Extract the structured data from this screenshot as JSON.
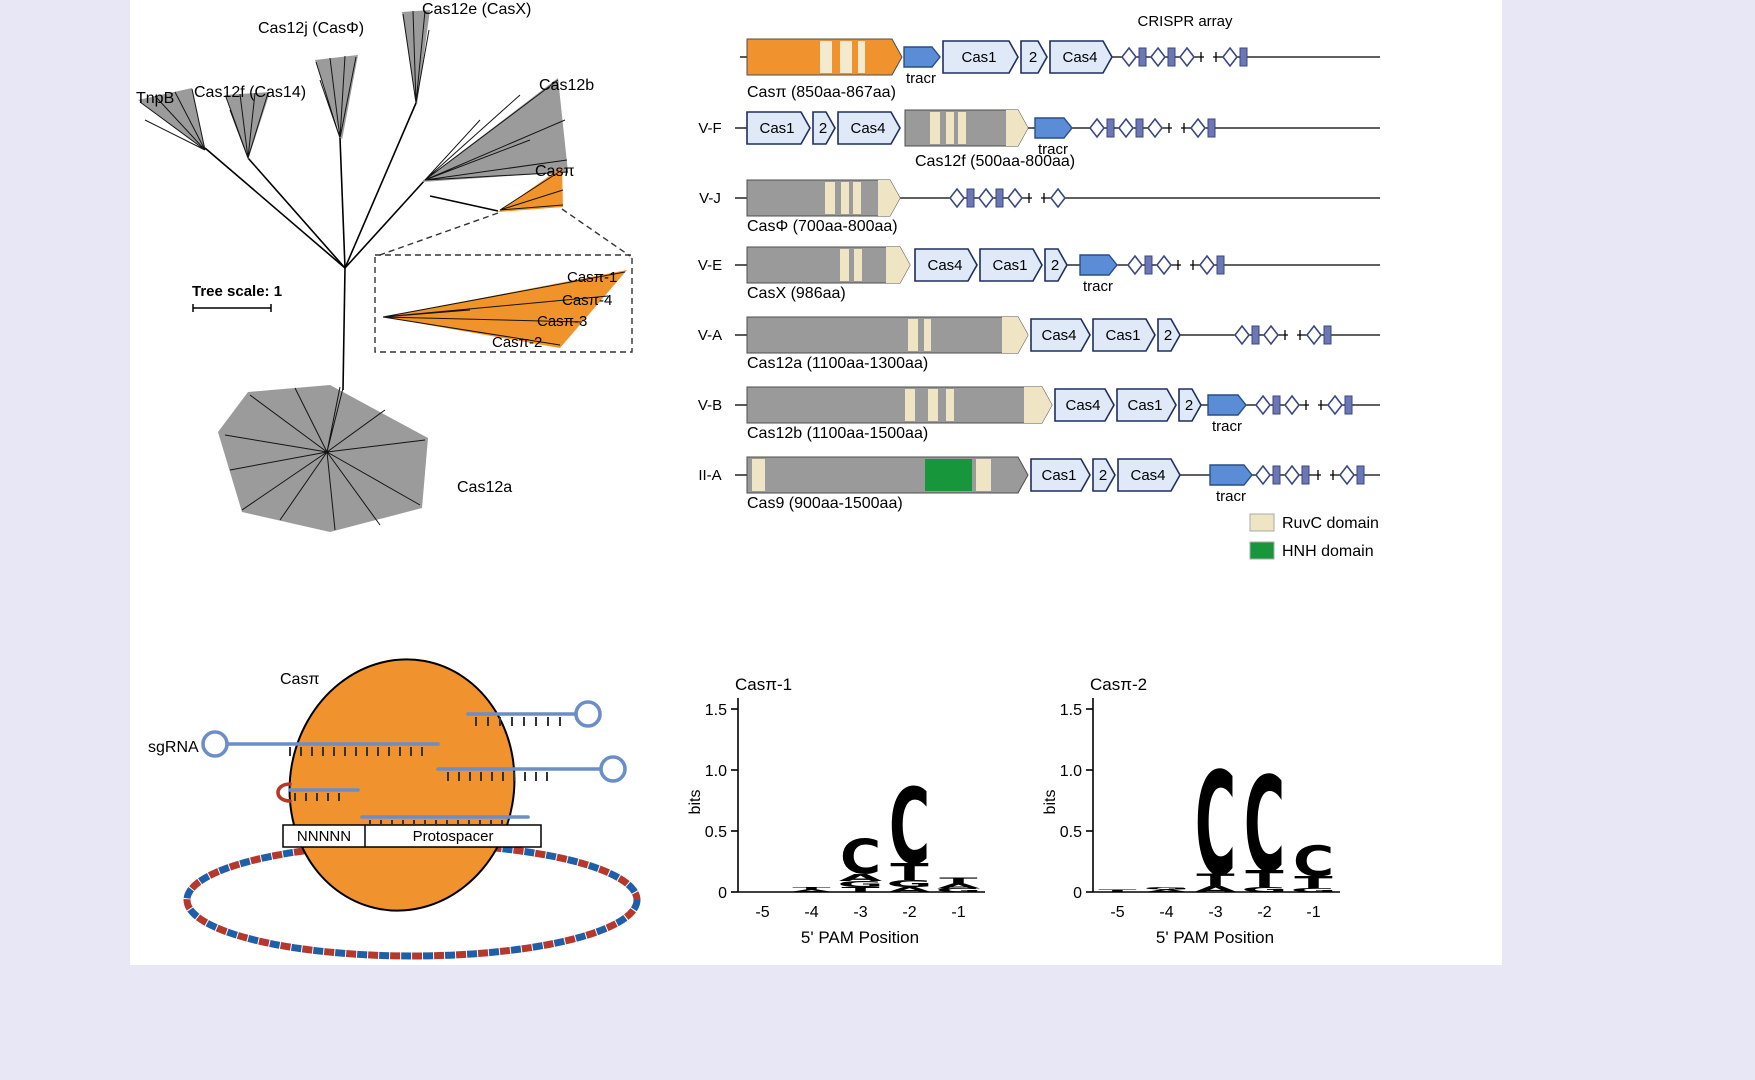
{
  "colors": {
    "background": "#e7e7f5",
    "canvas": "#ffffff",
    "clade_gray": "#9b9b9b",
    "clade_orange": "#f0932b",
    "gene_fill": "#dfe9f8",
    "tracr_blue": "#5b8cd6",
    "ruvc_tan": "#efe5c4",
    "hnh_green": "#18963c",
    "sgRNA_blue": "#6b8ec9",
    "dna_red": "#b5382c",
    "dna_blue": "#1f5fa8"
  },
  "tree": {
    "scale_label": "Tree scale: 1",
    "clades": {
      "tnpb": "TnpB",
      "cas12f": "Cas12f (Cas14)",
      "cas12j": "Cas12j (CasΦ)",
      "cas12e": "Cas12e (CasX)",
      "cas12b": "Cas12b",
      "caspi": "Casπ",
      "cas12a": "Cas12a"
    },
    "zoom": {
      "items": [
        "Casπ-1",
        "Casπ-4",
        "Casπ-3",
        "Casπ-2"
      ]
    }
  },
  "loci": {
    "array_header": "CRISPR array",
    "gene_labels": {
      "cas1": "Cas1",
      "cas2": "2",
      "cas4": "Cas4",
      "tracr": "tracr"
    },
    "rows": [
      {
        "label": "",
        "caption": "Casπ (850aa-867aa)"
      },
      {
        "label": "V-F",
        "caption": "Cas12f (500aa-800aa)"
      },
      {
        "label": "V-J",
        "caption": "CasΦ (700aa-800aa)"
      },
      {
        "label": "V-E",
        "caption": "CasX (986aa)"
      },
      {
        "label": "V-A",
        "caption": "Cas12a (1100aa-1300aa)"
      },
      {
        "label": "V-B",
        "caption": "Cas12b (1100aa-1500aa)"
      },
      {
        "label": "II-A",
        "caption": "Cas9 (900aa-1500aa)"
      }
    ],
    "legend": [
      {
        "label": "RuvC domain",
        "color": "#efe5c4"
      },
      {
        "label": "HNH domain",
        "color": "#18963c"
      }
    ]
  },
  "schematic": {
    "protein_label": "Casπ",
    "sgrna_label": "sgRNA",
    "pam_label": "NNNNN",
    "protospacer_label": "Protospacer"
  },
  "letter_colors": {
    "A": "#2ca02c",
    "C": "#1f63a8",
    "G": "#f5a623",
    "T": "#e01a1a"
  },
  "chart_data": [
    {
      "type": "sequence_logo",
      "title": "Casπ-1",
      "xlabel": "5' PAM Position",
      "ylabel": "bits",
      "ylim": [
        0,
        1.5
      ],
      "yticks": [
        0,
        0.5,
        1.0,
        1.5
      ],
      "positions": [
        -5,
        -4,
        -3,
        -2,
        -1
      ],
      "stacks": [
        [],
        [
          [
            "A",
            0.02
          ],
          [
            "T",
            0.02
          ]
        ],
        [
          [
            "T",
            0.04
          ],
          [
            "G",
            0.05
          ],
          [
            "A",
            0.06
          ],
          [
            "C",
            0.28
          ]
        ],
        [
          [
            "A",
            0.04
          ],
          [
            "G",
            0.06
          ],
          [
            "T",
            0.14
          ],
          [
            "C",
            0.62
          ]
        ],
        [
          [
            "G",
            0.03
          ],
          [
            "A",
            0.04
          ],
          [
            "T",
            0.05
          ]
        ]
      ]
    },
    {
      "type": "sequence_logo",
      "title": "Casπ-2",
      "xlabel": "5' PAM Position",
      "ylabel": "bits",
      "ylim": [
        0,
        1.5
      ],
      "yticks": [
        0,
        0.5,
        1.0,
        1.5
      ],
      "positions": [
        -5,
        -4,
        -3,
        -2,
        -1
      ],
      "stacks": [
        [
          [
            "T",
            0.02
          ]
        ],
        [
          [
            "A",
            0.02
          ],
          [
            "G",
            0.02
          ]
        ],
        [
          [
            "A",
            0.05
          ],
          [
            "T",
            0.1
          ],
          [
            "C",
            0.85
          ]
        ],
        [
          [
            "G",
            0.04
          ],
          [
            "T",
            0.14
          ],
          [
            "C",
            0.78
          ]
        ],
        [
          [
            "G",
            0.03
          ],
          [
            "T",
            0.1
          ],
          [
            "C",
            0.25
          ]
        ]
      ]
    }
  ]
}
